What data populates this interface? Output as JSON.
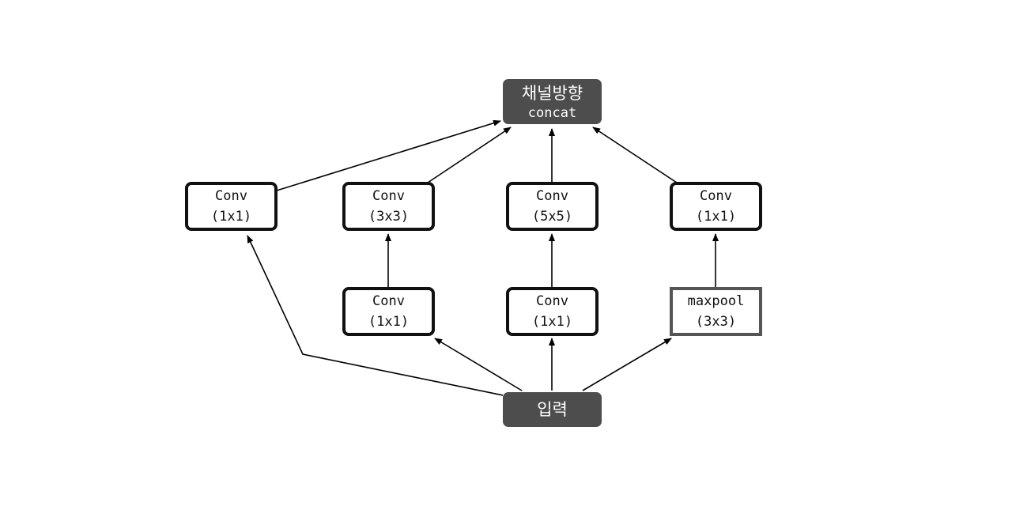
{
  "diagram": {
    "concat": {
      "line1": "채널방향",
      "line2": "concat"
    },
    "input": {
      "label": "입력"
    },
    "branch1": {
      "top": {
        "line1": "Conv",
        "line2": "(1x1)"
      }
    },
    "branch2": {
      "top": {
        "line1": "Conv",
        "line2": "(3x3)"
      },
      "bottom": {
        "line1": "Conv",
        "line2": "(1x1)"
      }
    },
    "branch3": {
      "top": {
        "line1": "Conv",
        "line2": "(5x5)"
      },
      "bottom": {
        "line1": "Conv",
        "line2": "(1x1)"
      }
    },
    "branch4": {
      "top": {
        "line1": "Conv",
        "line2": "(1x1)"
      },
      "bottom": {
        "line1": "maxpool",
        "line2": "(3x3)"
      }
    },
    "colors": {
      "dark_node": "#4d4d4d",
      "conv_border": "#111111",
      "pool_border": "#555555",
      "arrow": "#000000"
    }
  }
}
